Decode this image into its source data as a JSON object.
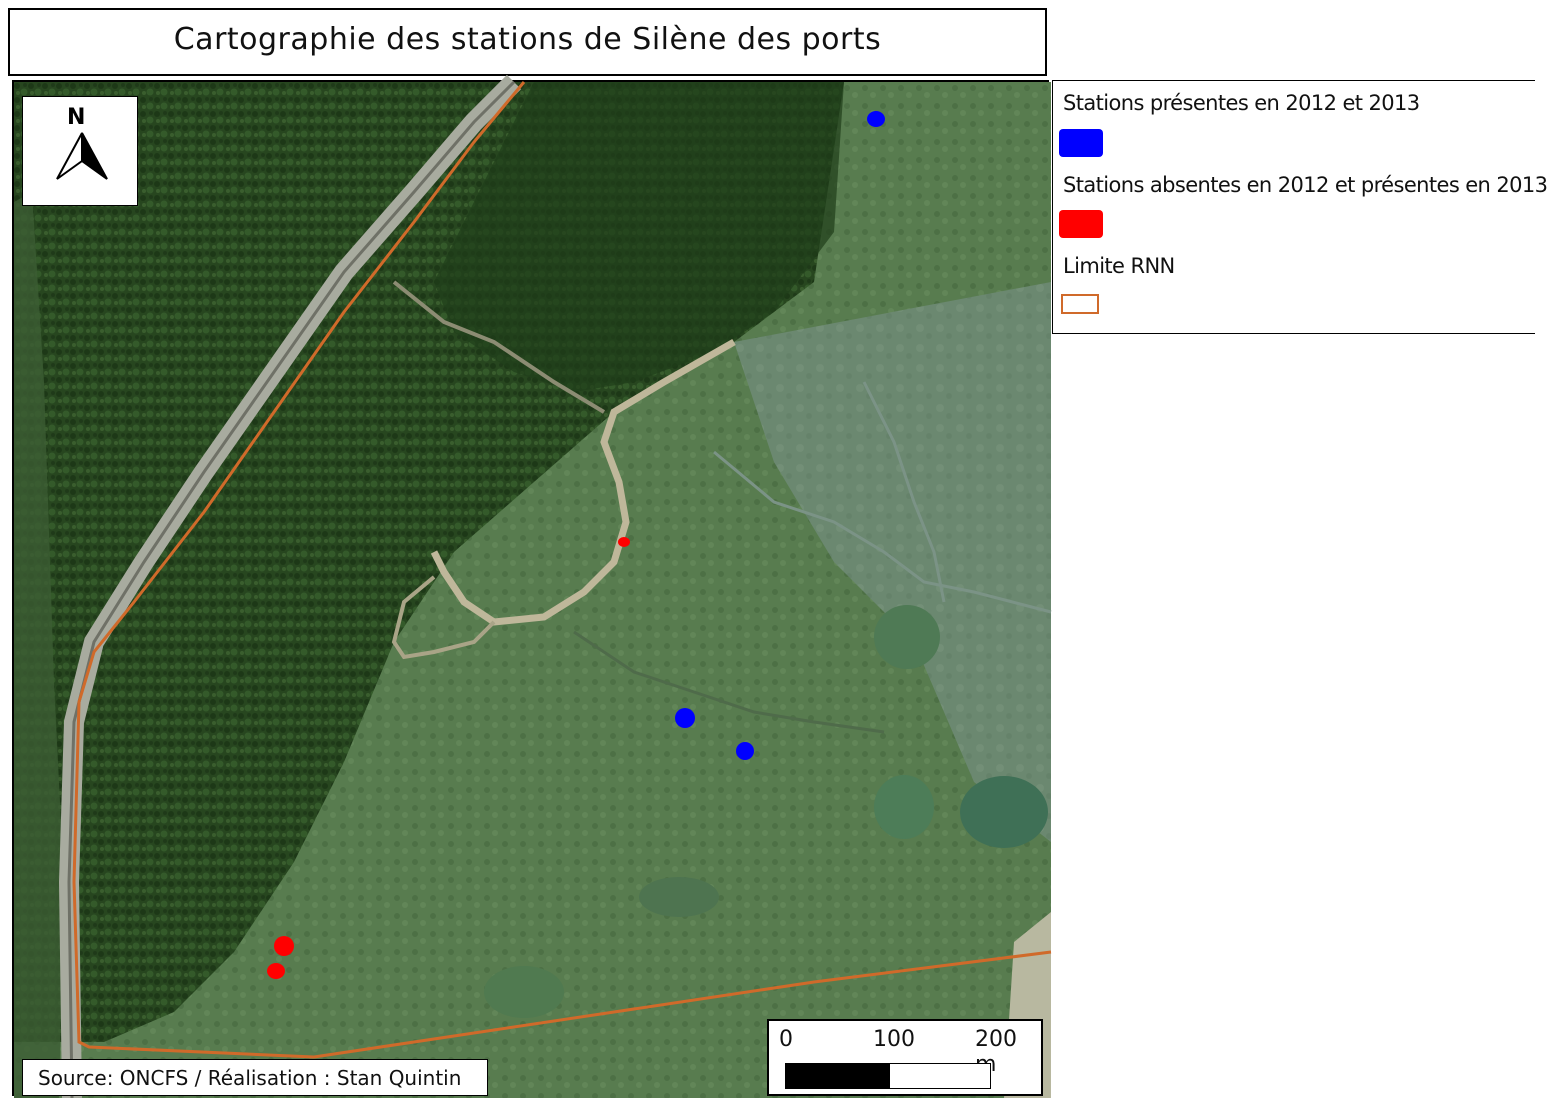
{
  "title": "Cartographie des stations de Silène des ports",
  "north_label": "N",
  "legend": {
    "items": [
      {
        "label": "Stations présentes en 2012 et 2013",
        "color": "#0000ff"
      },
      {
        "label": "Stations absentes en 2012 et présentes en 2013",
        "color": "#ff0000"
      },
      {
        "label": "Limite RNN",
        "color": "#d06a2a"
      }
    ]
  },
  "source": "Source: ONCFS / Réalisation : Stan Quintin",
  "scale": {
    "labels": [
      "0",
      "100",
      "200 m"
    ]
  },
  "colors": {
    "forest": "#2a4a22",
    "marsh": "#5a7d55",
    "mudflat": "#6e8a74",
    "boundary": "#d06a2a",
    "station_present": "#0000ff",
    "station_new": "#ff0000"
  }
}
